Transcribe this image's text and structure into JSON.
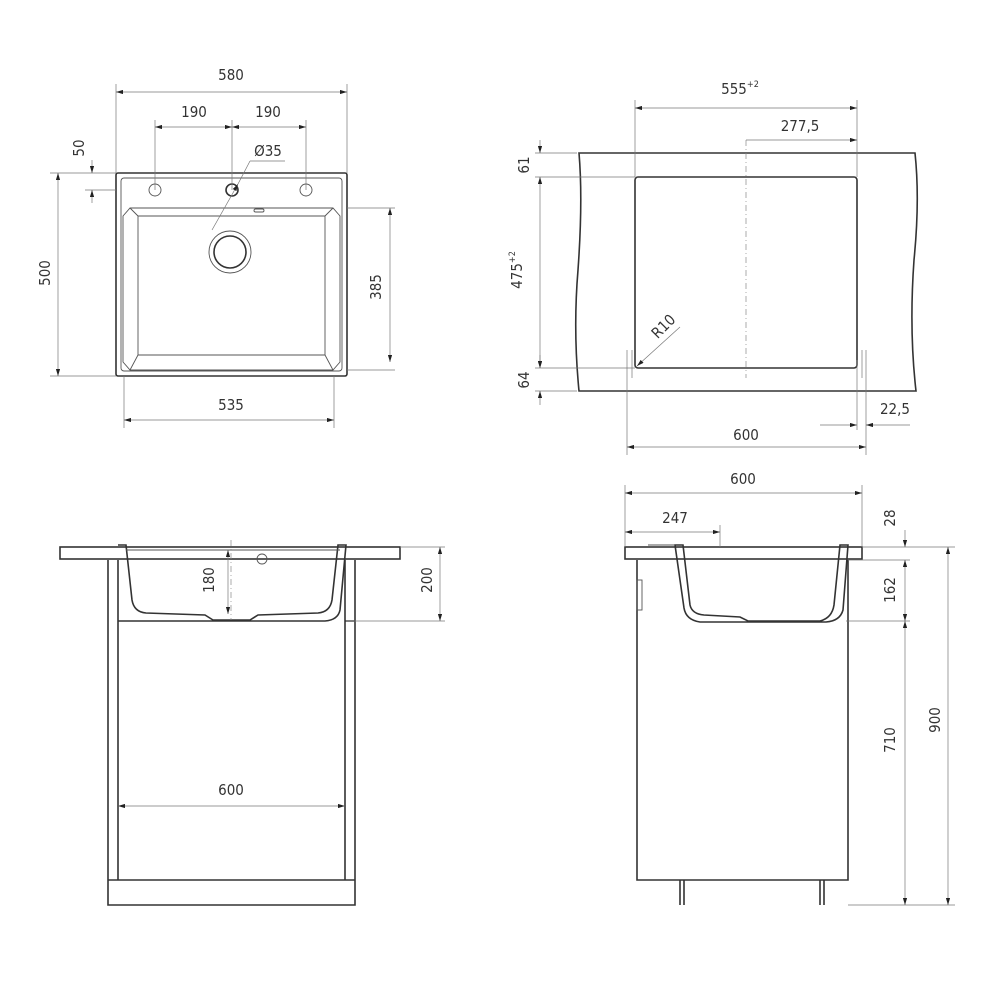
{
  "top_view": {
    "width_overall": "580",
    "tap_offset_left": "190",
    "tap_offset_right": "190",
    "hole_offset": "50",
    "hole_diameter": "Ø35",
    "depth_overall": "500",
    "bowl_depth": "385",
    "bowl_width": "535"
  },
  "cutout_view": {
    "cutout_width": "555",
    "cutout_width_tol": "+2",
    "half_width": "277,5",
    "top_margin": "61",
    "cutout_depth": "475",
    "cutout_depth_tol": "+2",
    "bottom_margin": "64",
    "corner_radius": "R10",
    "cabinet_width": "600",
    "side_offset": "22,5"
  },
  "front_view": {
    "bowl_depth": "180",
    "total_depth": "200",
    "cabinet_width": "600"
  },
  "side_view": {
    "cabinet_width": "600",
    "drain_offset": "247",
    "countertop_thickness": "28",
    "sink_depth": "162",
    "cabinet_height_below": "710",
    "total_height": "900"
  }
}
